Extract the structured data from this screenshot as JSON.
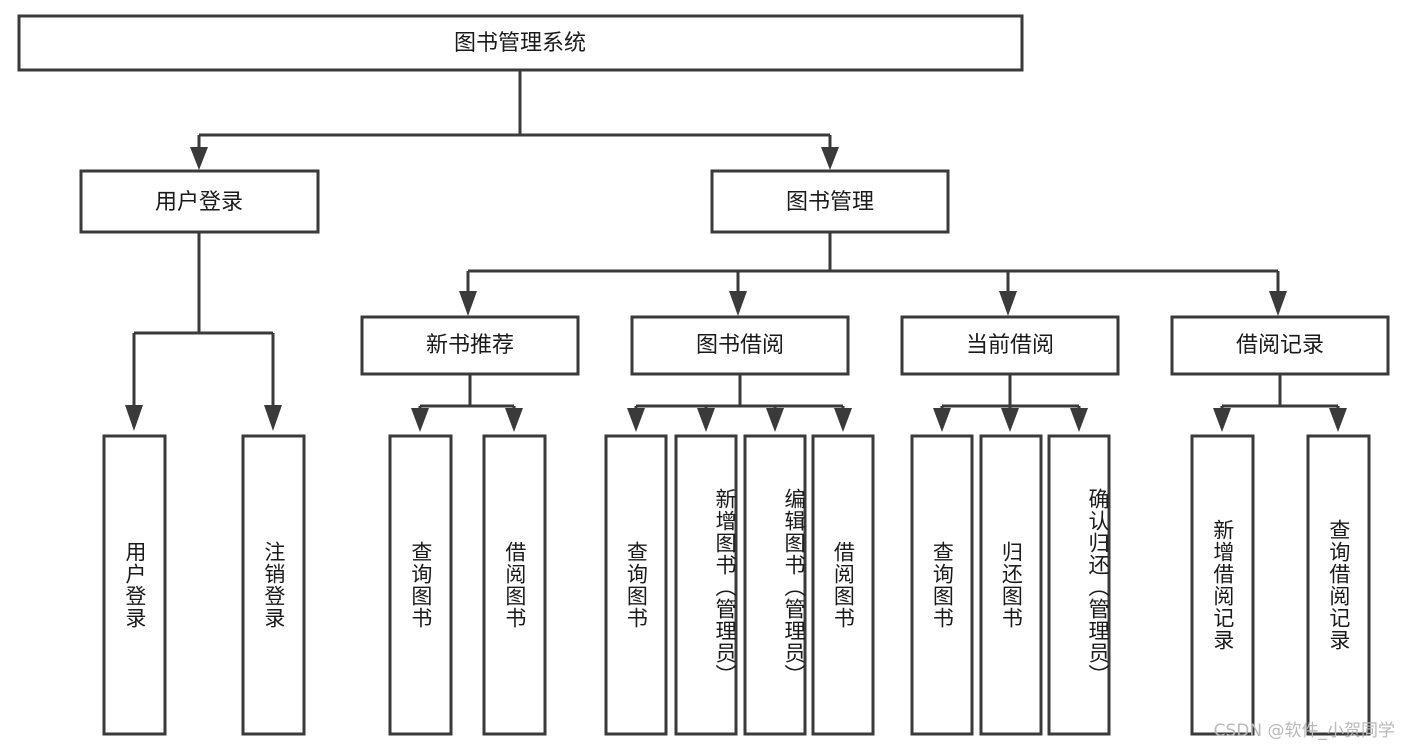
{
  "diagram": {
    "title": "图书管理系统",
    "type": "tree",
    "watermark": "CSDN @软件_小贺同学",
    "colors": {
      "stroke": "#3a3a3a",
      "box_fill": "#ffffff",
      "text": "#1a1a1a",
      "watermark": "#b9b9b9",
      "background": "#ffffff"
    },
    "root": {
      "label": "图书管理系统"
    },
    "level2": [
      {
        "label": "用户登录"
      },
      {
        "label": "图书管理"
      }
    ],
    "level3": [
      {
        "label": "新书推荐"
      },
      {
        "label": "图书借阅"
      },
      {
        "label": "当前借阅"
      },
      {
        "label": "借阅记录"
      }
    ],
    "leaves": {
      "user_login": [
        {
          "label": "用户登录"
        },
        {
          "label": "注销登录"
        }
      ],
      "new_book_recommend": [
        {
          "label": "查询图书"
        },
        {
          "label": "借阅图书"
        }
      ],
      "book_borrow": [
        {
          "label": "查询图书"
        },
        {
          "label": "新增图书（管理员）"
        },
        {
          "label": "编辑图书（管理员）"
        },
        {
          "label": "借阅图书"
        }
      ],
      "current_borrow": [
        {
          "label": "查询图书"
        },
        {
          "label": "归还图书"
        },
        {
          "label": "确认归还（管理员）"
        }
      ],
      "borrow_record": [
        {
          "label": "新增借阅记录"
        },
        {
          "label": "查询借阅记录"
        }
      ]
    }
  }
}
